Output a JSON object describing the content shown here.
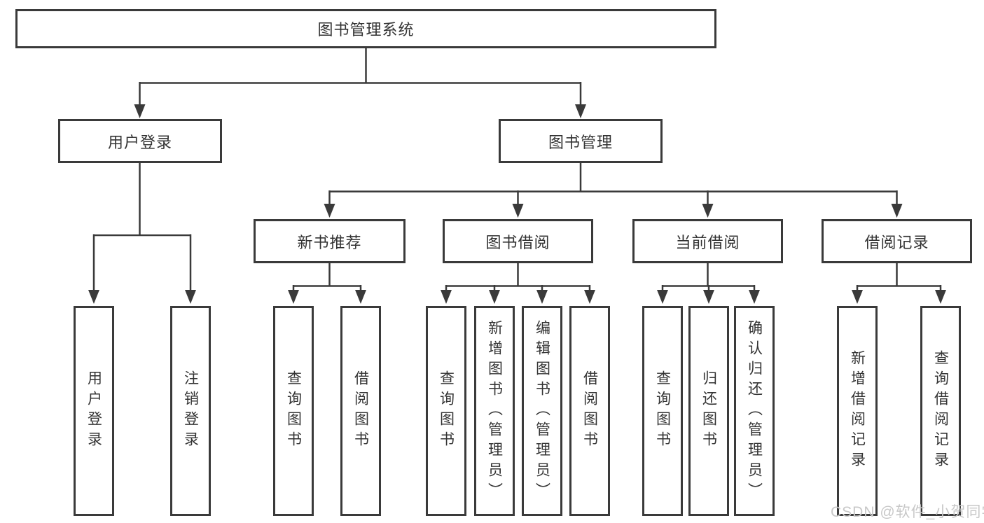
{
  "tree": {
    "label": "图书管理系统",
    "children": [
      {
        "label": "用户登录",
        "children": [
          {
            "label": "用户登录"
          },
          {
            "label": "注销登录"
          }
        ]
      },
      {
        "label": "图书管理",
        "children": [
          {
            "label": "新书推荐",
            "children": [
              {
                "label": "查询图书"
              },
              {
                "label": "借阅图书"
              }
            ]
          },
          {
            "label": "图书借阅",
            "children": [
              {
                "label": "查询图书"
              },
              {
                "label": "新增图书（管理员）"
              },
              {
                "label": "编辑图书（管理员）"
              },
              {
                "label": "借阅图书"
              }
            ]
          },
          {
            "label": "当前借阅",
            "children": [
              {
                "label": "查询图书"
              },
              {
                "label": "归还图书"
              },
              {
                "label": "确认归还（管理员）"
              }
            ]
          },
          {
            "label": "借阅记录",
            "children": [
              {
                "label": "新增借阅记录"
              },
              {
                "label": "查询借阅记录"
              }
            ]
          }
        ]
      }
    ]
  },
  "watermark": {
    "text": "CSDN @软件_小贺同学"
  },
  "colors": {
    "line": "#3a3a3a",
    "text": "#333333",
    "watermark": "#c8c8c8",
    "background": "#ffffff"
  }
}
